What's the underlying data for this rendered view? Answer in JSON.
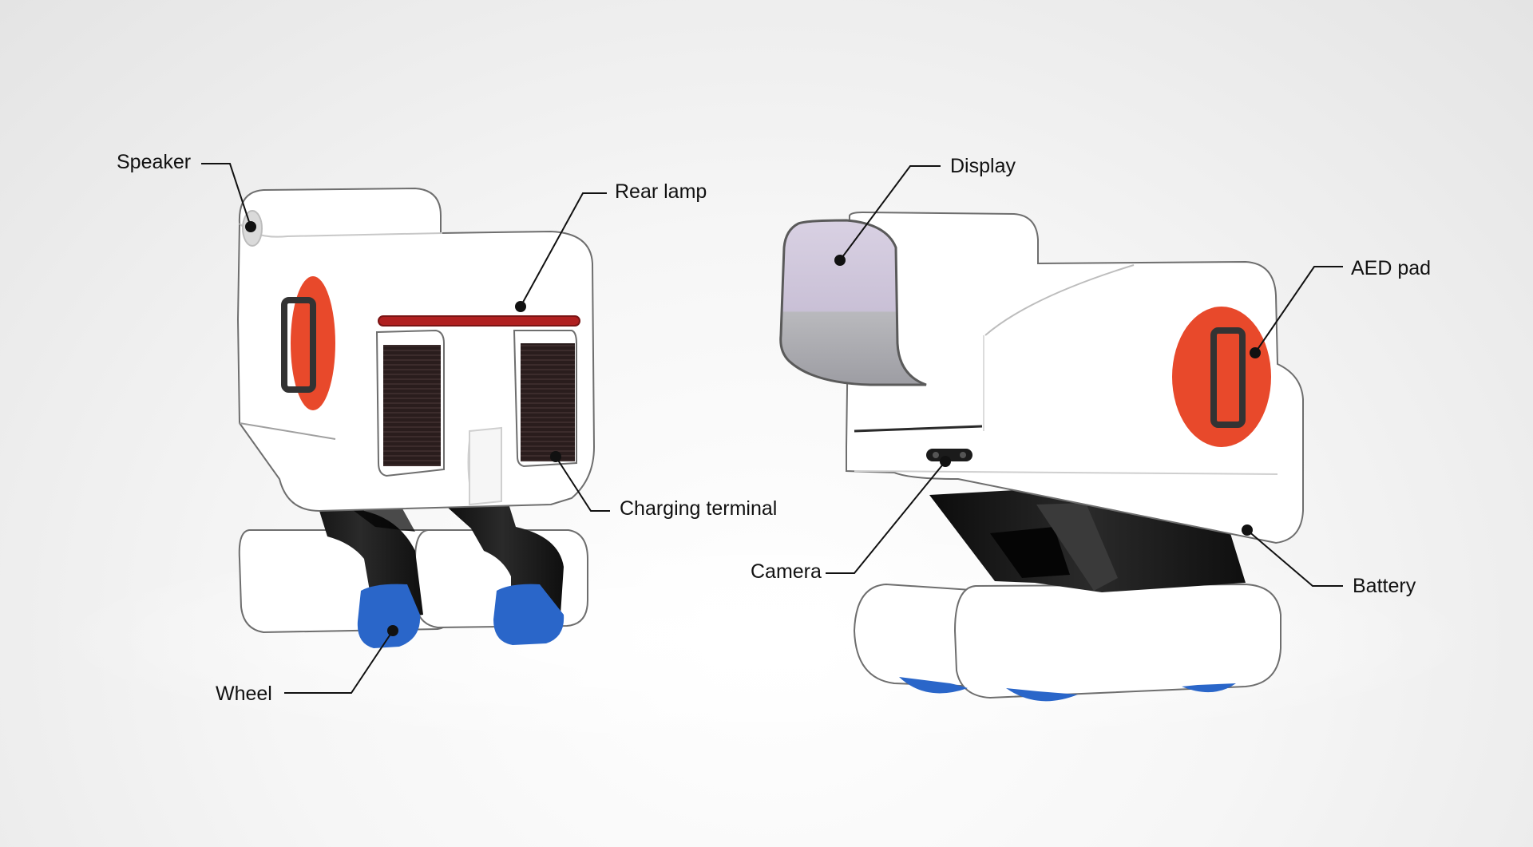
{
  "callouts": {
    "speaker": "Speaker",
    "rear_lamp": "Rear lamp",
    "charging_terminal": "Charging terminal",
    "wheel": "Wheel",
    "display": "Display",
    "aed_pad": "AED pad",
    "camera": "Camera",
    "battery": "Battery"
  },
  "colors": {
    "aed_red": "#e8492b",
    "wheel_blue": "#2a66c9",
    "display_purple": "#cfc6da",
    "lamp_red": "#b02020",
    "body_white": "#ffffff",
    "frame_black": "#1a1a1a"
  }
}
